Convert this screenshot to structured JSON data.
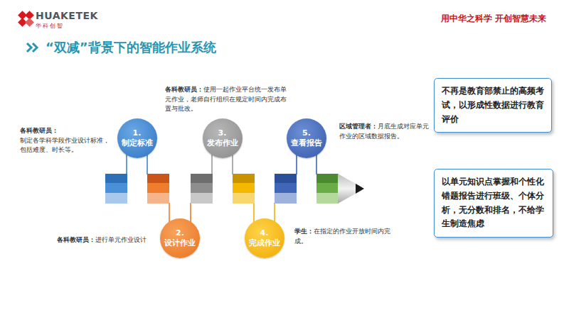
{
  "diagram": {
    "title": "“双减”背景下的智能作业系统",
    "nodes": [
      {
        "text": [
          "1.",
          "制定标准"
        ]
      },
      {
        "text": [
          "2.",
          "设计作业"
        ]
      },
      {
        "text": [
          "3.",
          "发布作业"
        ]
      },
      {
        "text": [
          "4.",
          "完成作业"
        ]
      },
      {
        "text": [
          "5.",
          "查看报告"
        ]
      },
      {
        "text": [
          "不再是教育部禁止的高频考试，以形成性数据进行教育评价"
        ]
      },
      {
        "text": [
          "以单元知识点掌握和个性化错题报告进行班级、个体分析，无分数和排名，不给学生制造焦虑"
        ]
      }
    ],
    "labels": [
      "HUAKETEK",
      "华科创智",
      "用中华之科学 开创智慧未来",
      "各科教研员：",
      "制定各学科学段作业设计标准，包括难度、时长等。",
      "各科教研员：",
      "使用一起作业平台统一发布单元作业，老师自行组织在规定时间内完成布置与批改。",
      "区域管理者：",
      "月底生成对应单元作业的区域数据报告。",
      "各科教研员：",
      "进行单元作业设计",
      "学生：",
      "在指定的作业开放时间内完成。"
    ]
  }
}
